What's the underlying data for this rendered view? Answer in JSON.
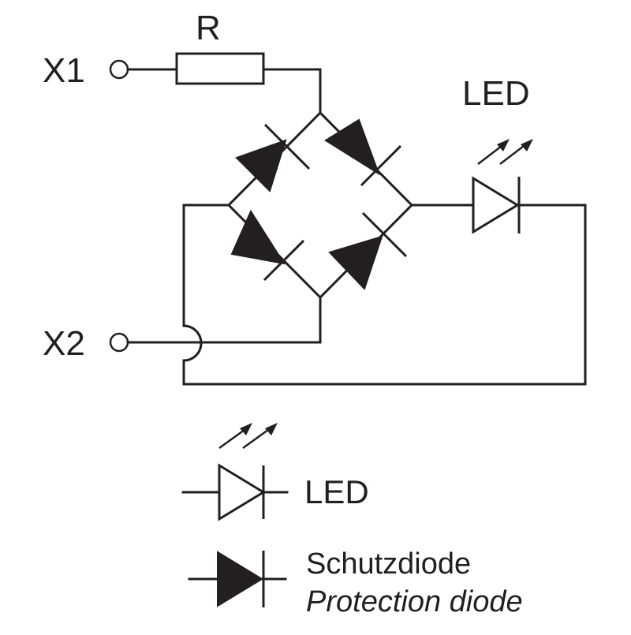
{
  "labels": {
    "resistor": "R",
    "terminal_1": "X1",
    "terminal_2": "X2",
    "led_circuit": "LED"
  },
  "legend": {
    "led_label": "LED",
    "protection_diode_de": "Schutzdiode",
    "protection_diode_en": "Protection diode"
  },
  "colors": {
    "ink": "#231f20",
    "background": "#ffffff"
  }
}
